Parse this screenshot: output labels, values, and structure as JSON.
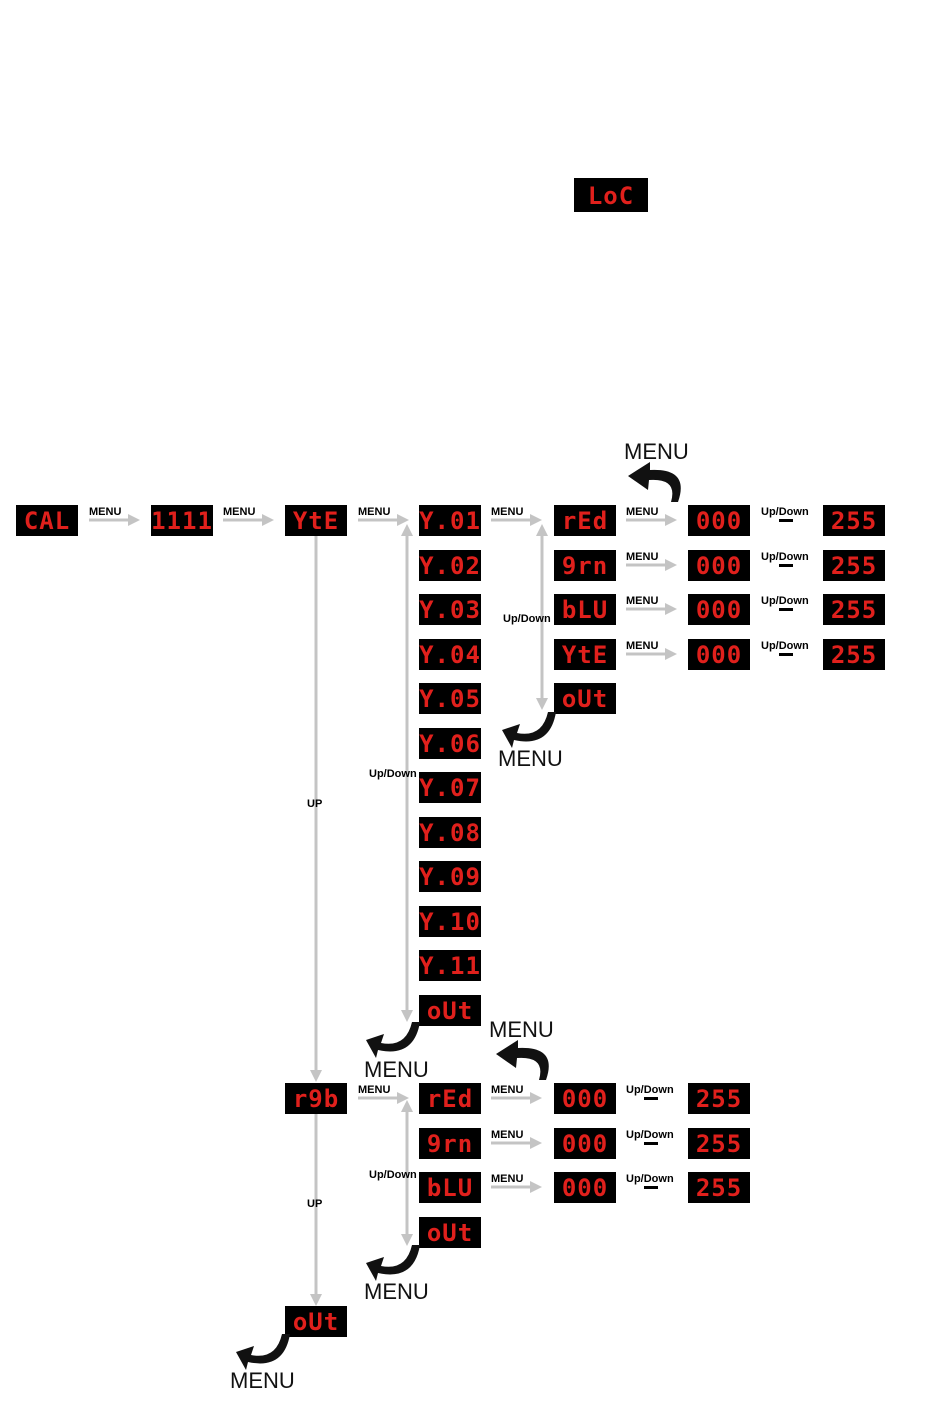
{
  "lock_display": "LoC",
  "main_row": [
    {
      "id": "cal",
      "text": "CAL"
    },
    {
      "id": "num",
      "text": "1111"
    },
    {
      "id": "yte",
      "text": "YtE"
    }
  ],
  "yte_list": [
    "Y.01",
    "Y.02",
    "Y.03",
    "Y.04",
    "Y.05",
    "Y.06",
    "Y.07",
    "Y.08",
    "Y.09",
    "Y.10",
    "Y.11",
    "oUt"
  ],
  "yte_colors": [
    {
      "name": "rEd",
      "start": "000",
      "end": "255"
    },
    {
      "name": "9rn",
      "start": "000",
      "end": "255"
    },
    {
      "name": "bLU",
      "start": "000",
      "end": "255"
    },
    {
      "name": "YtE",
      "start": "000",
      "end": "255"
    }
  ],
  "yte_colors_out": "oUt",
  "rgb_node": "r9b",
  "rgb_list": [
    {
      "name": "rEd",
      "start": "000",
      "end": "255"
    },
    {
      "name": "9rn",
      "start": "000",
      "end": "255"
    },
    {
      "name": "bLU",
      "start": "000",
      "end": "255"
    }
  ],
  "rgb_out": "oUt",
  "final_out": "oUt",
  "labels": {
    "menu": "MENU",
    "up": "UP",
    "updown": "Up/Down"
  }
}
